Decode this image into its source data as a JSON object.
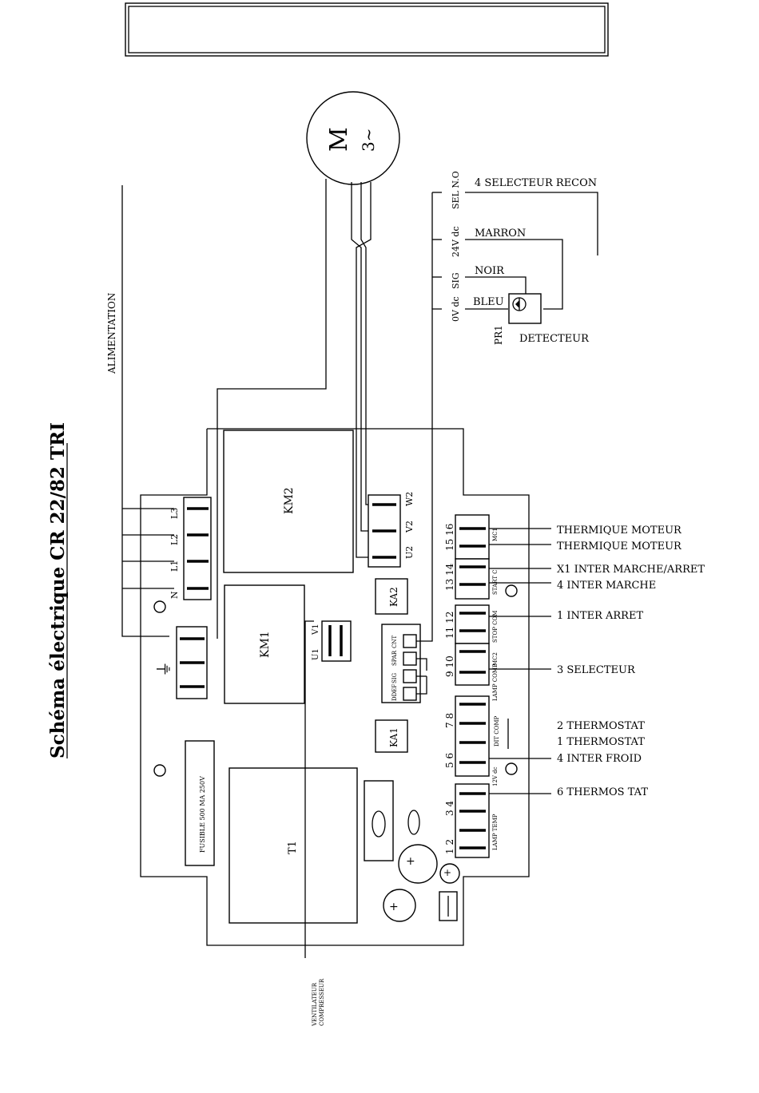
{
  "title": "Schéma électrique  CR 22/82 TRI",
  "header_box": "",
  "motor": {
    "symbol": "M",
    "phase": "3~"
  },
  "supply_label": "ALIMENTATION",
  "blocks": {
    "km2": "KM2",
    "km1": "KM1",
    "ka2": "KA2",
    "ka1": "KA1",
    "t1": "T1",
    "fuse": "FUSIBLE 500 MA 250V"
  },
  "supply_terminals": [
    "N",
    "L1",
    "L2",
    "L3"
  ],
  "motor_terminals": [
    "U2",
    "V2",
    "W2"
  ],
  "km1_terminals": [
    "U1",
    "V1"
  ],
  "leds": [
    "CNT",
    "SPAR",
    "SIG",
    "DDEF"
  ],
  "sensor_wires": [
    "0V dc",
    "SIG",
    "24V dc",
    "SEL N.O"
  ],
  "sensor_colors": [
    "BLEU",
    "NOIR",
    "MARRON"
  ],
  "sensor_top": "4 SELECTEUR RECON",
  "pr1": "PR1",
  "detector": "DETECTEUR",
  "terminal_numbers": {
    "t1516": "15 16",
    "t1314": "13 14",
    "t1112": "11 12",
    "t910": "9 10",
    "t78": "7 8",
    "t56": "5 6",
    "t34": "3 4",
    "t12": "1 2"
  },
  "terminal_tags": {
    "mc1a": "MC1",
    "start": "START C",
    "stop": "STOP COM",
    "mc2": "MC2",
    "lamp": "LAMP COMP",
    "dit": "DIT COMP",
    "v12": "12V dc",
    "lampt": "LAMP TEMP"
  },
  "right_labels": [
    "THERMIQUE MOTEUR",
    "THERMIQUE MOTEUR",
    "X1 INTER MARCHE/ARRET",
    "4 INTER MARCHE",
    "1 INTER ARRET",
    "3 SELECTEUR",
    "2 THERMOSTAT",
    "1 THERMOSTAT",
    "4 INTER FROID",
    "6 THERMOS TAT"
  ],
  "fan_label_1": "VENTILATEUR",
  "fan_label_2": "COMPRESSEUR",
  "ground_symbol": "⏚"
}
